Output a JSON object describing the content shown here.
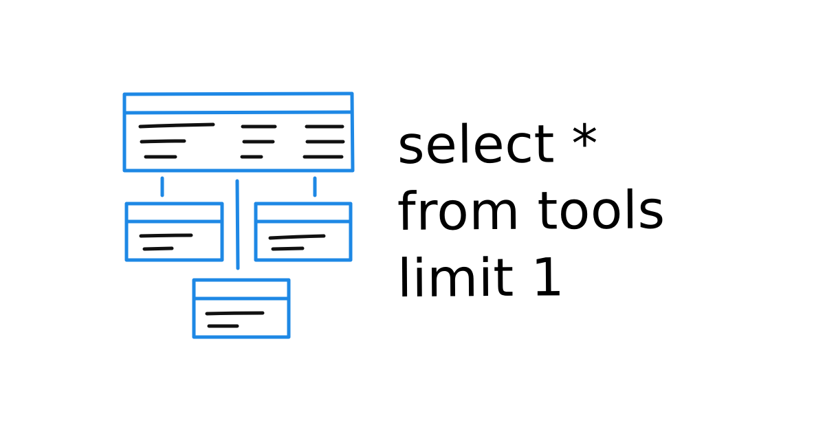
{
  "tagline": {
    "lines": [
      "select *",
      "from tools",
      "limit 1"
    ]
  },
  "illustration": {
    "icon": "database-schema-tables-icon",
    "table_color": "#1E88E5",
    "text_color": "#111111"
  }
}
